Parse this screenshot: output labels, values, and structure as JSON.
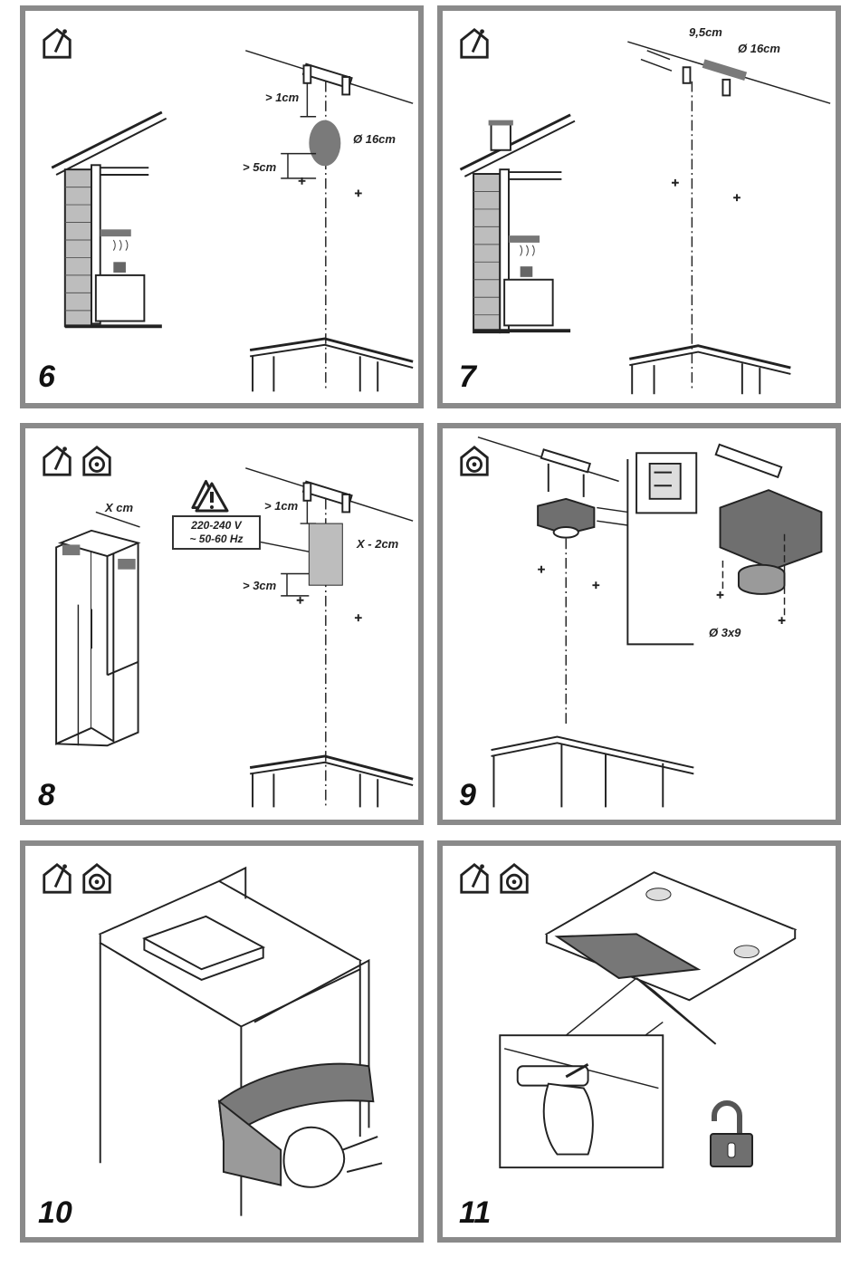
{
  "panels": [
    {
      "step": "6",
      "labels": {
        "gap_top": "> 1cm",
        "diameter": "Ø 16cm",
        "gap_bottom": "> 5cm"
      }
    },
    {
      "step": "7",
      "labels": {
        "spacing": "9,5cm",
        "diameter": "Ø 16cm"
      }
    },
    {
      "step": "8",
      "labels": {
        "width": "X cm",
        "voltage_line1": "220-240 V",
        "voltage_line2": "~ 50-60 Hz",
        "gap_top": "> 1cm",
        "zone": "X - 2cm",
        "gap_bottom": "> 3cm"
      }
    },
    {
      "step": "9",
      "labels": {
        "screw": "Ø 3x9"
      }
    },
    {
      "step": "10",
      "labels": {}
    },
    {
      "step": "11",
      "labels": {}
    }
  ],
  "icons": {
    "outdoor_vent": "house-chimney-icon",
    "recirculation": "house-fan-icon",
    "warning": "warning-triangle-icon",
    "padlock": "open-padlock-icon"
  },
  "colors": {
    "frame": "#8a8a8a",
    "ink": "#222222",
    "shade": "#6f6f6f"
  }
}
